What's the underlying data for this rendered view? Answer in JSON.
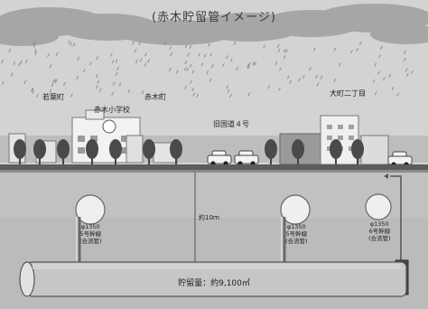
{
  "title": "(赤木貯留管イメージ)",
  "places": {
    "wakaba": "若葉町",
    "akagi_school": "赤木小学校",
    "akagi_town": "赤木町",
    "route4": "旧国道４号",
    "omachi": "大町二丁目"
  },
  "depth_label": "約10ｍ",
  "pipes": [
    {
      "size": "φ1350",
      "name": "5号幹線",
      "type": "(合流管)"
    },
    {
      "size": "φ1350",
      "name": "5号幹線",
      "type": "(合流管)"
    },
    {
      "size": "φ1350",
      "name": "6号幹線",
      "type": "(合流管)"
    }
  ],
  "tank_label": "貯留量：約9,100㎥",
  "colors": {
    "sky": "#cfcfcf",
    "cloud": "#a9a9a9",
    "ground": "#b7b7b7",
    "tank": "#c4c4c4",
    "road": "#5a5a5a"
  }
}
